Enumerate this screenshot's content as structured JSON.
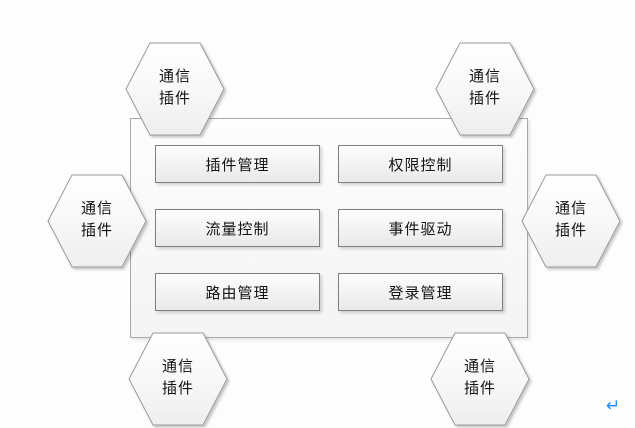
{
  "diagram": {
    "background_color": "#fdfdfd",
    "container": {
      "name": "plugin-framework-container",
      "fill_color": "#f7f7f7",
      "border_color": "#a9a9a9"
    },
    "modules": [
      {
        "label": "插件管理",
        "row": 1,
        "col": "left"
      },
      {
        "label": "权限控制",
        "row": 1,
        "col": "right"
      },
      {
        "label": "流量控制",
        "row": 2,
        "col": "left"
      },
      {
        "label": "事件驱动",
        "row": 2,
        "col": "right"
      },
      {
        "label": "路由管理",
        "row": 3,
        "col": "left"
      },
      {
        "label": "登录管理",
        "row": 3,
        "col": "right"
      }
    ],
    "hexagons": [
      {
        "line1": "通信",
        "line2": "插件",
        "position": "top-left"
      },
      {
        "line1": "通信",
        "line2": "插件",
        "position": "top-right"
      },
      {
        "line1": "通信",
        "line2": "插件",
        "position": "left"
      },
      {
        "line1": "通信",
        "line2": "插件",
        "position": "right"
      },
      {
        "line1": "通信",
        "line2": "插件",
        "position": "bottom-left"
      },
      {
        "line1": "通信",
        "line2": "插件",
        "position": "bottom-right"
      }
    ],
    "marks": {
      "paragraph_return": "↵",
      "paragraph_return_color": "#1b8ef2"
    },
    "colors": {
      "box_border": "#7f7f7f",
      "hexagon_border": "#9a9a9a",
      "text": "#141414"
    }
  }
}
